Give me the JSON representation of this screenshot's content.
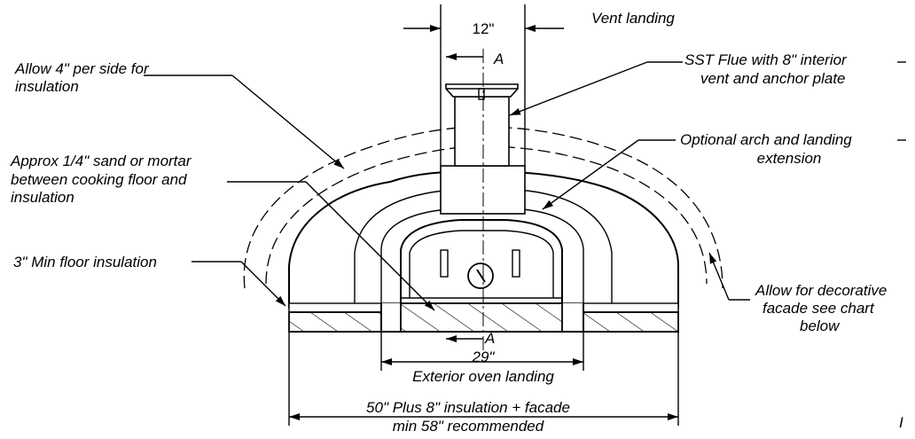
{
  "labels": {
    "vent_width": "12\"",
    "vent_landing": "Vent landing",
    "section_top": "A",
    "section_bottom": "A",
    "flue": [
      "SST Flue with 8\" interior",
      "vent and anchor plate"
    ],
    "insulation_side": [
      "Allow 4\" per side for",
      "insulation"
    ],
    "arch": [
      "Optional arch and landing",
      "extension"
    ],
    "sand": [
      "Approx 1/4\" sand or mortar",
      "between cooking floor and",
      "insulation"
    ],
    "floor_insulation": "3\" Min floor insulation",
    "facade": [
      "Allow for decorative",
      "facade see chart",
      "below"
    ],
    "landing_width": "29\"",
    "landing_caption": "Exterior oven landing",
    "overall": [
      "50\" Plus 8\" insulation + facade",
      "min 58\" recommended"
    ],
    "corner_mark": "I"
  },
  "icons": {
    "thermometer": "thermometer-gauge-icon"
  }
}
